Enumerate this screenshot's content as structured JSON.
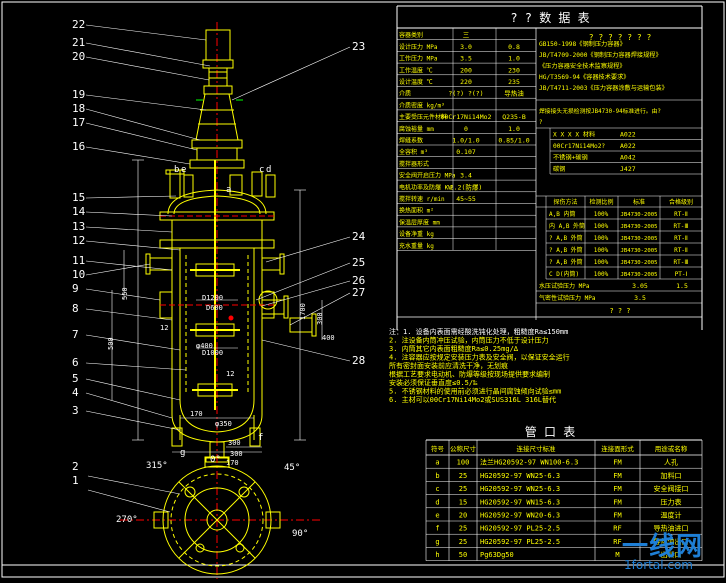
{
  "drawing": {
    "colors": {
      "background": "#000000",
      "frame": "#ffffff",
      "vessel": "#ffff00",
      "table_text": "#ffff00",
      "leader": "#ffffff",
      "dimension": "#ffffff",
      "center": "#ff0000",
      "accent": "#00ff00",
      "cyan": "#00ffff"
    },
    "part_numbers_left": [
      "22",
      "21",
      "20",
      "19",
      "18",
      "17",
      "16",
      "15",
      "14",
      "13",
      "12",
      "11",
      "10",
      "9",
      "8",
      "7",
      "6",
      "5",
      "4",
      "3",
      "2",
      "1"
    ],
    "part_numbers_right": [
      "23",
      "24",
      "25",
      "26",
      "27",
      "28"
    ],
    "nozzle_labels_top": [
      "b",
      "e",
      "a",
      "c",
      "d"
    ],
    "nozzle_labels_bottom": [
      "g",
      "f"
    ],
    "dimensions": [
      "550",
      "500",
      "D1200",
      "D600",
      "D1000",
      "12",
      "170",
      "1700",
      "φ350",
      "300",
      "300",
      "12",
      "170",
      "300",
      "φ400",
      "400"
    ],
    "plan_angles": [
      "0°",
      "315°",
      "45°",
      "270°",
      "90°"
    ]
  },
  "tech_table": {
    "title": "? ? 数 据 表",
    "right_title": "? ? ? ? ? ? ?",
    "rows": [
      {
        "label": "容器类别",
        "c1": "三",
        "c2": ""
      },
      {
        "label": "设计压力 MPa",
        "c1": "3.0",
        "c2": "0.8"
      },
      {
        "label": "工作压力 MPa",
        "c1": "3.5",
        "c2": "1.0"
      },
      {
        "label": "工作温度 ℃",
        "c1": "200",
        "c2": "230"
      },
      {
        "label": "设计温度 ℃",
        "c1": "220",
        "c2": "235"
      },
      {
        "label": "介质",
        "c1": "?(?) ?(?)",
        "c2": "导热油"
      },
      {
        "label": "介质密度 kg/m³",
        "c1": "",
        "c2": ""
      },
      {
        "label": "主要受压元件材料",
        "c1": "00Cr17Ni14Mo2",
        "c2": "Q235-B"
      },
      {
        "label": "腐蚀裕量 mm",
        "c1": "0",
        "c2": "1.0"
      },
      {
        "label": "焊缝系数",
        "c1": "1.0/1.0",
        "c2": "0.85/1.0"
      },
      {
        "label": "全容积 m³",
        "c1": "0.107",
        "c2": ""
      },
      {
        "label": "搅拌器形式",
        "c1": "",
        "c2": ""
      },
      {
        "label": "安全阀开启压力 MPa",
        "c1": "3.4",
        "c2": ""
      },
      {
        "label": "电机功率及防爆 KW",
        "c1": "2.2(防爆)",
        "c2": ""
      },
      {
        "label": "搅拌转速 r/min",
        "c1": "45~55",
        "c2": ""
      },
      {
        "label": "换热面积 m²",
        "c1": "",
        "c2": ""
      },
      {
        "label": "保温层厚度 mm",
        "c1": "",
        "c2": ""
      },
      {
        "label": "设备净重 kg",
        "c1": "",
        "c2": ""
      },
      {
        "label": "充水重量 kg",
        "c1": "",
        "c2": ""
      }
    ],
    "standards": [
      "GB150-1998《钢制压力容器》",
      "JB/T4709-2000《钢制压力容器焊接规程》",
      "《压力容器安全技术监察规程》",
      "HG/T3569-94《容器技术要求》",
      "JB/T4711-2003《压力容器涂敷与运输包装》"
    ],
    "inspection_note1": "焊接接头无损检测按JB4730-94标准进行。由?",
    "inspection_note2": "?",
    "weld_rows": [
      {
        "label": "X X X X 材料",
        "v": "A022"
      },
      {
        "label": "00Cr17Ni14Mo2?",
        "v": "A022"
      },
      {
        "label": "不锈钢+碳钢",
        "v": "A042"
      },
      {
        "label": "碳钢",
        "v": "J427"
      }
    ],
    "ndt_header": [
      "探伤方法",
      "检测比例",
      "标准",
      "合格级别"
    ],
    "ndt_rows": [
      {
        "label": "A,B 内筒",
        "c1": "100%",
        "c2": "JB4730-2005",
        "c3": "RT-Ⅱ"
      },
      {
        "label": "内 A,B 外筒",
        "c1": "100%",
        "c2": "JB4730-2005",
        "c3": "RT-Ⅲ"
      },
      {
        "label": "? A,B 外筒",
        "c1": "100%",
        "c2": "JB4730-2005",
        "c3": "RT-Ⅱ"
      },
      {
        "label": "? A,B 外筒",
        "c1": "100%",
        "c2": "JB4730-2005",
        "c3": "RT-Ⅱ"
      },
      {
        "label": "? A,B 外筒",
        "c1": "100%",
        "c2": "JB4730-2005",
        "c3": "RT-Ⅲ"
      },
      {
        "label": "C D(内筒)",
        "c1": "100%",
        "c2": "JB4730-2005",
        "c3": "PT-Ⅰ"
      }
    ],
    "pressure_rows": [
      {
        "label": "水压试验压力 MPa",
        "c1": "3.05",
        "c2": "1.5"
      },
      {
        "label": "气密性试验压力 MPa",
        "c1": "3.5",
        "c2": ""
      }
    ],
    "pressure_footer": "? ? ?"
  },
  "notes": [
    "注：1. 设备内表面需经酸洗钝化处理，粗糙度Ra≤150mm",
    "2. 注设备内筒冲压试验，内筒压力不低于设计压力",
    "3. 内筒其它内表面粗糙度Ra≤0.25mg/∆",
    "4. 注容器应按规定安装压力表及安全阀，以保证安全运行",
    "   所有密封面安装前应清洗干净，无划痕",
    "   根据工艺要求电动机、防爆等级按现场提供要求编制",
    "   安装必须保证垂直度≤0.5/‰",
    "5. 不锈钢材料的使用前必须进行晶间腐蚀倾向试验≤mm",
    "6. 主材可以00Cr17Ni14Mo2或SUS316L 316L替代"
  ],
  "nozzle_table": {
    "title": "管 口 表",
    "headers": [
      "符号",
      "公称尺寸",
      "连接尺寸标准",
      "连接面形式",
      "用途或名称"
    ],
    "rows": [
      {
        "sym": "a",
        "dn": "100",
        "std": "法兰HG20592-97 WN100-6.3",
        "face": "FM",
        "use": "人孔"
      },
      {
        "sym": "b",
        "dn": "25",
        "std": "HG20592-97 WN25-6.3",
        "face": "FM",
        "use": "加料口"
      },
      {
        "sym": "c",
        "dn": "25",
        "std": "HG20592-97 WN25-6.3",
        "face": "FM",
        "use": "安全阀接口"
      },
      {
        "sym": "d",
        "dn": "15",
        "std": "HG20592-97 WN15-6.3",
        "face": "FM",
        "use": "压力表"
      },
      {
        "sym": "e",
        "dn": "20",
        "std": "HG20592-97 WN20-6.3",
        "face": "FM",
        "use": "温度计"
      },
      {
        "sym": "f",
        "dn": "25",
        "std": "HG20592-97 PL25-2.5",
        "face": "RF",
        "use": "导热油进口"
      },
      {
        "sym": "g",
        "dn": "25",
        "std": "HG20592-97 PL25-2.5",
        "face": "RF",
        "use": "导热油出口"
      },
      {
        "sym": "h",
        "dn": "50",
        "std": "Pg63Dg50",
        "face": "M",
        "use": "出料口"
      }
    ]
  },
  "watermark": {
    "main": "一线网",
    "sub": "1fortal.com"
  }
}
